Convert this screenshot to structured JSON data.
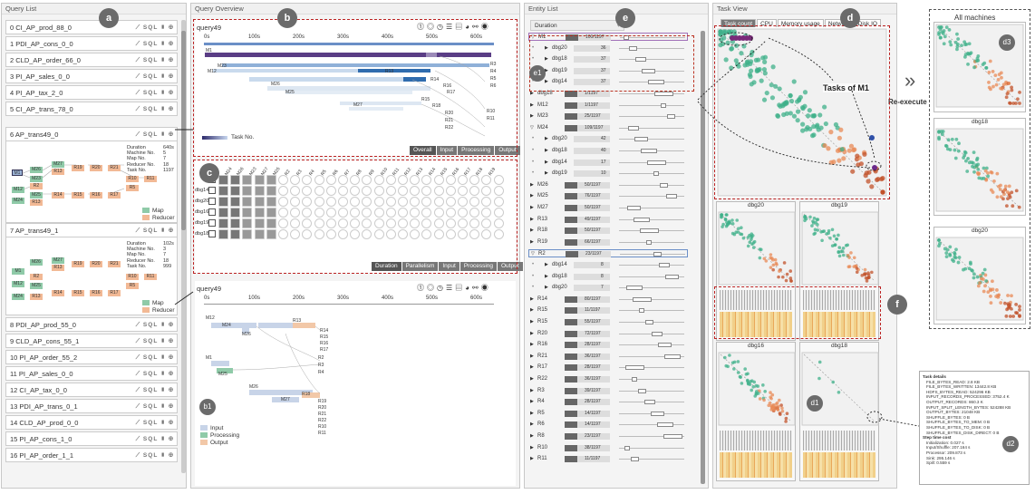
{
  "panels": {
    "query_list": "Query List",
    "query_overview": "Query Overview",
    "entity_list": "Entity List",
    "task_view": "Task View"
  },
  "badges": {
    "a": "a",
    "b": "b",
    "b1": "b1",
    "c": "c",
    "d": "d",
    "d1": "d1",
    "d2": "d2",
    "d3": "d3",
    "e": "e",
    "e1": "e1",
    "f": "f"
  },
  "queries": [
    "0 CI_AP_prod_88_0",
    "1 PDI_AP_cons_0_0",
    "2 CLD_AP_order_66_0",
    "3 PI_AP_sales_0_0",
    "4 PI_AP_tax_2_0",
    "5 CI_AP_trans_78_0",
    "6 AP_trans49_0",
    "7 AP_trans49_1",
    "8 PDI_AP_prod_55_0",
    "9 CLD_AP_cons_55_1",
    "10 PI_AP_order_55_2",
    "11 PI_AP_sales_0_0",
    "12 CI_AP_tax_0_0",
    "13 PDI_AP_trans_0_1",
    "14 CLD_AP_prod_0_0",
    "15 PI_AP_cons_1_0",
    "16 PI_AP_order_1_1"
  ],
  "row_icon_label": "SQL",
  "q6_stats": {
    "l1": "Duration",
    "v1": "640s",
    "l2": "Machine No.",
    "v2": "5",
    "l3": "Map No.",
    "v3": "7",
    "l4": "Reducer No.",
    "v4": "18",
    "l5": "Task No.",
    "v5": "1197"
  },
  "q7_stats": {
    "l1": "Duration",
    "v1": "102s",
    "l2": "Machine No.",
    "v2": "3",
    "l3": "Map No.",
    "v3": "7",
    "l4": "Reducer No.",
    "v4": "18",
    "l5": "Task No.",
    "v5": "999"
  },
  "legend": {
    "map": "Map",
    "reducer": "Reducer",
    "input": "Input",
    "processing": "Processing",
    "output": "Output",
    "task_no": "Task No."
  },
  "overview": {
    "query1": "query49",
    "query2": "query49",
    "ticks": [
      "0s",
      "100s",
      "200s",
      "300s",
      "400s",
      "500s",
      "600s"
    ],
    "tabs": [
      "Overall",
      "Input",
      "Processing",
      "Output"
    ],
    "c_tabs": [
      "Duration",
      "Parallelism",
      "Input",
      "Processing",
      "Output"
    ],
    "c_rows": [
      "dbg14",
      "dbg20",
      "dbg16",
      "dbg19",
      "dbg18"
    ],
    "c_cols": [
      "M1",
      "M24",
      "M26",
      "M23",
      "M27",
      "M25",
      "R2",
      "R3",
      "R4",
      "R5",
      "R6",
      "R7",
      "R8",
      "R9",
      "R10",
      "R11",
      "R12",
      "R13",
      "R14",
      "R15",
      "R16",
      "R17",
      "R18",
      "R19"
    ]
  },
  "entity": {
    "sort": "Duration",
    "rows": [
      {
        "name": "M1",
        "val": "100/1197"
      },
      {
        "name": "dbg20",
        "val": "36"
      },
      {
        "name": "dbg18",
        "val": "37"
      },
      {
        "name": "dbg19",
        "val": "37"
      },
      {
        "name": "dbg14",
        "val": "37"
      },
      {
        "name": "dbg18",
        "val": "1/1197"
      },
      {
        "name": "M12",
        "val": "1/1197"
      },
      {
        "name": "M23",
        "val": "25/1197"
      },
      {
        "name": "M24",
        "val": "109/1197"
      },
      {
        "name": "dbg20",
        "val": "42"
      },
      {
        "name": "dbg18",
        "val": "40"
      },
      {
        "name": "dbg14",
        "val": "17"
      },
      {
        "name": "dbg19",
        "val": "10"
      },
      {
        "name": "M26",
        "val": "50/1197"
      },
      {
        "name": "M25",
        "val": "76/1197"
      },
      {
        "name": "M27",
        "val": "50/1197"
      },
      {
        "name": "R13",
        "val": "49/1197"
      },
      {
        "name": "R18",
        "val": "50/1197"
      },
      {
        "name": "R19",
        "val": "66/1197"
      },
      {
        "name": "R2",
        "val": "23/1197"
      },
      {
        "name": "dbg14",
        "val": "8"
      },
      {
        "name": "dbg18",
        "val": "8"
      },
      {
        "name": "dbg20",
        "val": "7"
      },
      {
        "name": "R14",
        "val": "80/1197"
      },
      {
        "name": "R15",
        "val": "11/1197"
      },
      {
        "name": "R15",
        "val": "55/1197"
      },
      {
        "name": "R20",
        "val": "72/1197"
      },
      {
        "name": "R16",
        "val": "28/1197"
      },
      {
        "name": "R21",
        "val": "36/1197"
      },
      {
        "name": "R17",
        "val": "28/1197"
      },
      {
        "name": "R22",
        "val": "36/1197"
      },
      {
        "name": "R3",
        "val": "39/1197"
      },
      {
        "name": "R4",
        "val": "28/1197"
      },
      {
        "name": "R5",
        "val": "14/1197"
      },
      {
        "name": "R6",
        "val": "14/1197"
      },
      {
        "name": "R8",
        "val": "23/1197"
      },
      {
        "name": "R10",
        "val": "38/1197"
      },
      {
        "name": "R11",
        "val": "11/1197"
      }
    ]
  },
  "taskview": {
    "tabs": [
      "Task count",
      "CPU",
      "Memory usage",
      "Network",
      "Disk IO"
    ],
    "annotation": "Tasks of M1",
    "reexecute": "Re-execute",
    "all": "All machines",
    "mini": [
      "dbg20",
      "dbg19",
      "dbg16",
      "dbg18"
    ],
    "right": [
      "dbg18",
      "dbg20"
    ]
  },
  "details": {
    "title": "Task details",
    "lines": [
      "FILE_BYTES_READ: 2.8 KB",
      "FILE_BYTES_WRITTEN: 13442.8 KB",
      "HDFS_BYTES_READ: 524296 KB",
      "INPUT_RECORDS_PROCESSED: 3752.4 K",
      "OUTPUT_RECORDS: 860.3 K",
      "INPUT_SPLIT_LENGTH_BYTES: 524288 KB",
      "OUTPUT_BYTES: 21048 KB",
      "SHUFFLE_BYTES: 0 B",
      "SHUFFLE_BYTES_TO_MEM: 0 B",
      "SHUFFLE_BYTES_TO_DISK: 0 B",
      "SHUFFLE_BYTES_DISK_DIRECT: 0 B"
    ],
    "title2": "Step time cost",
    "lines2": [
      "Initialization: 0.027 s",
      "Input/Shuffle: 207.164 s",
      "Processor: 209.873 s",
      "Sink: 295.146 s",
      "Spill: 0.559 s"
    ]
  }
}
